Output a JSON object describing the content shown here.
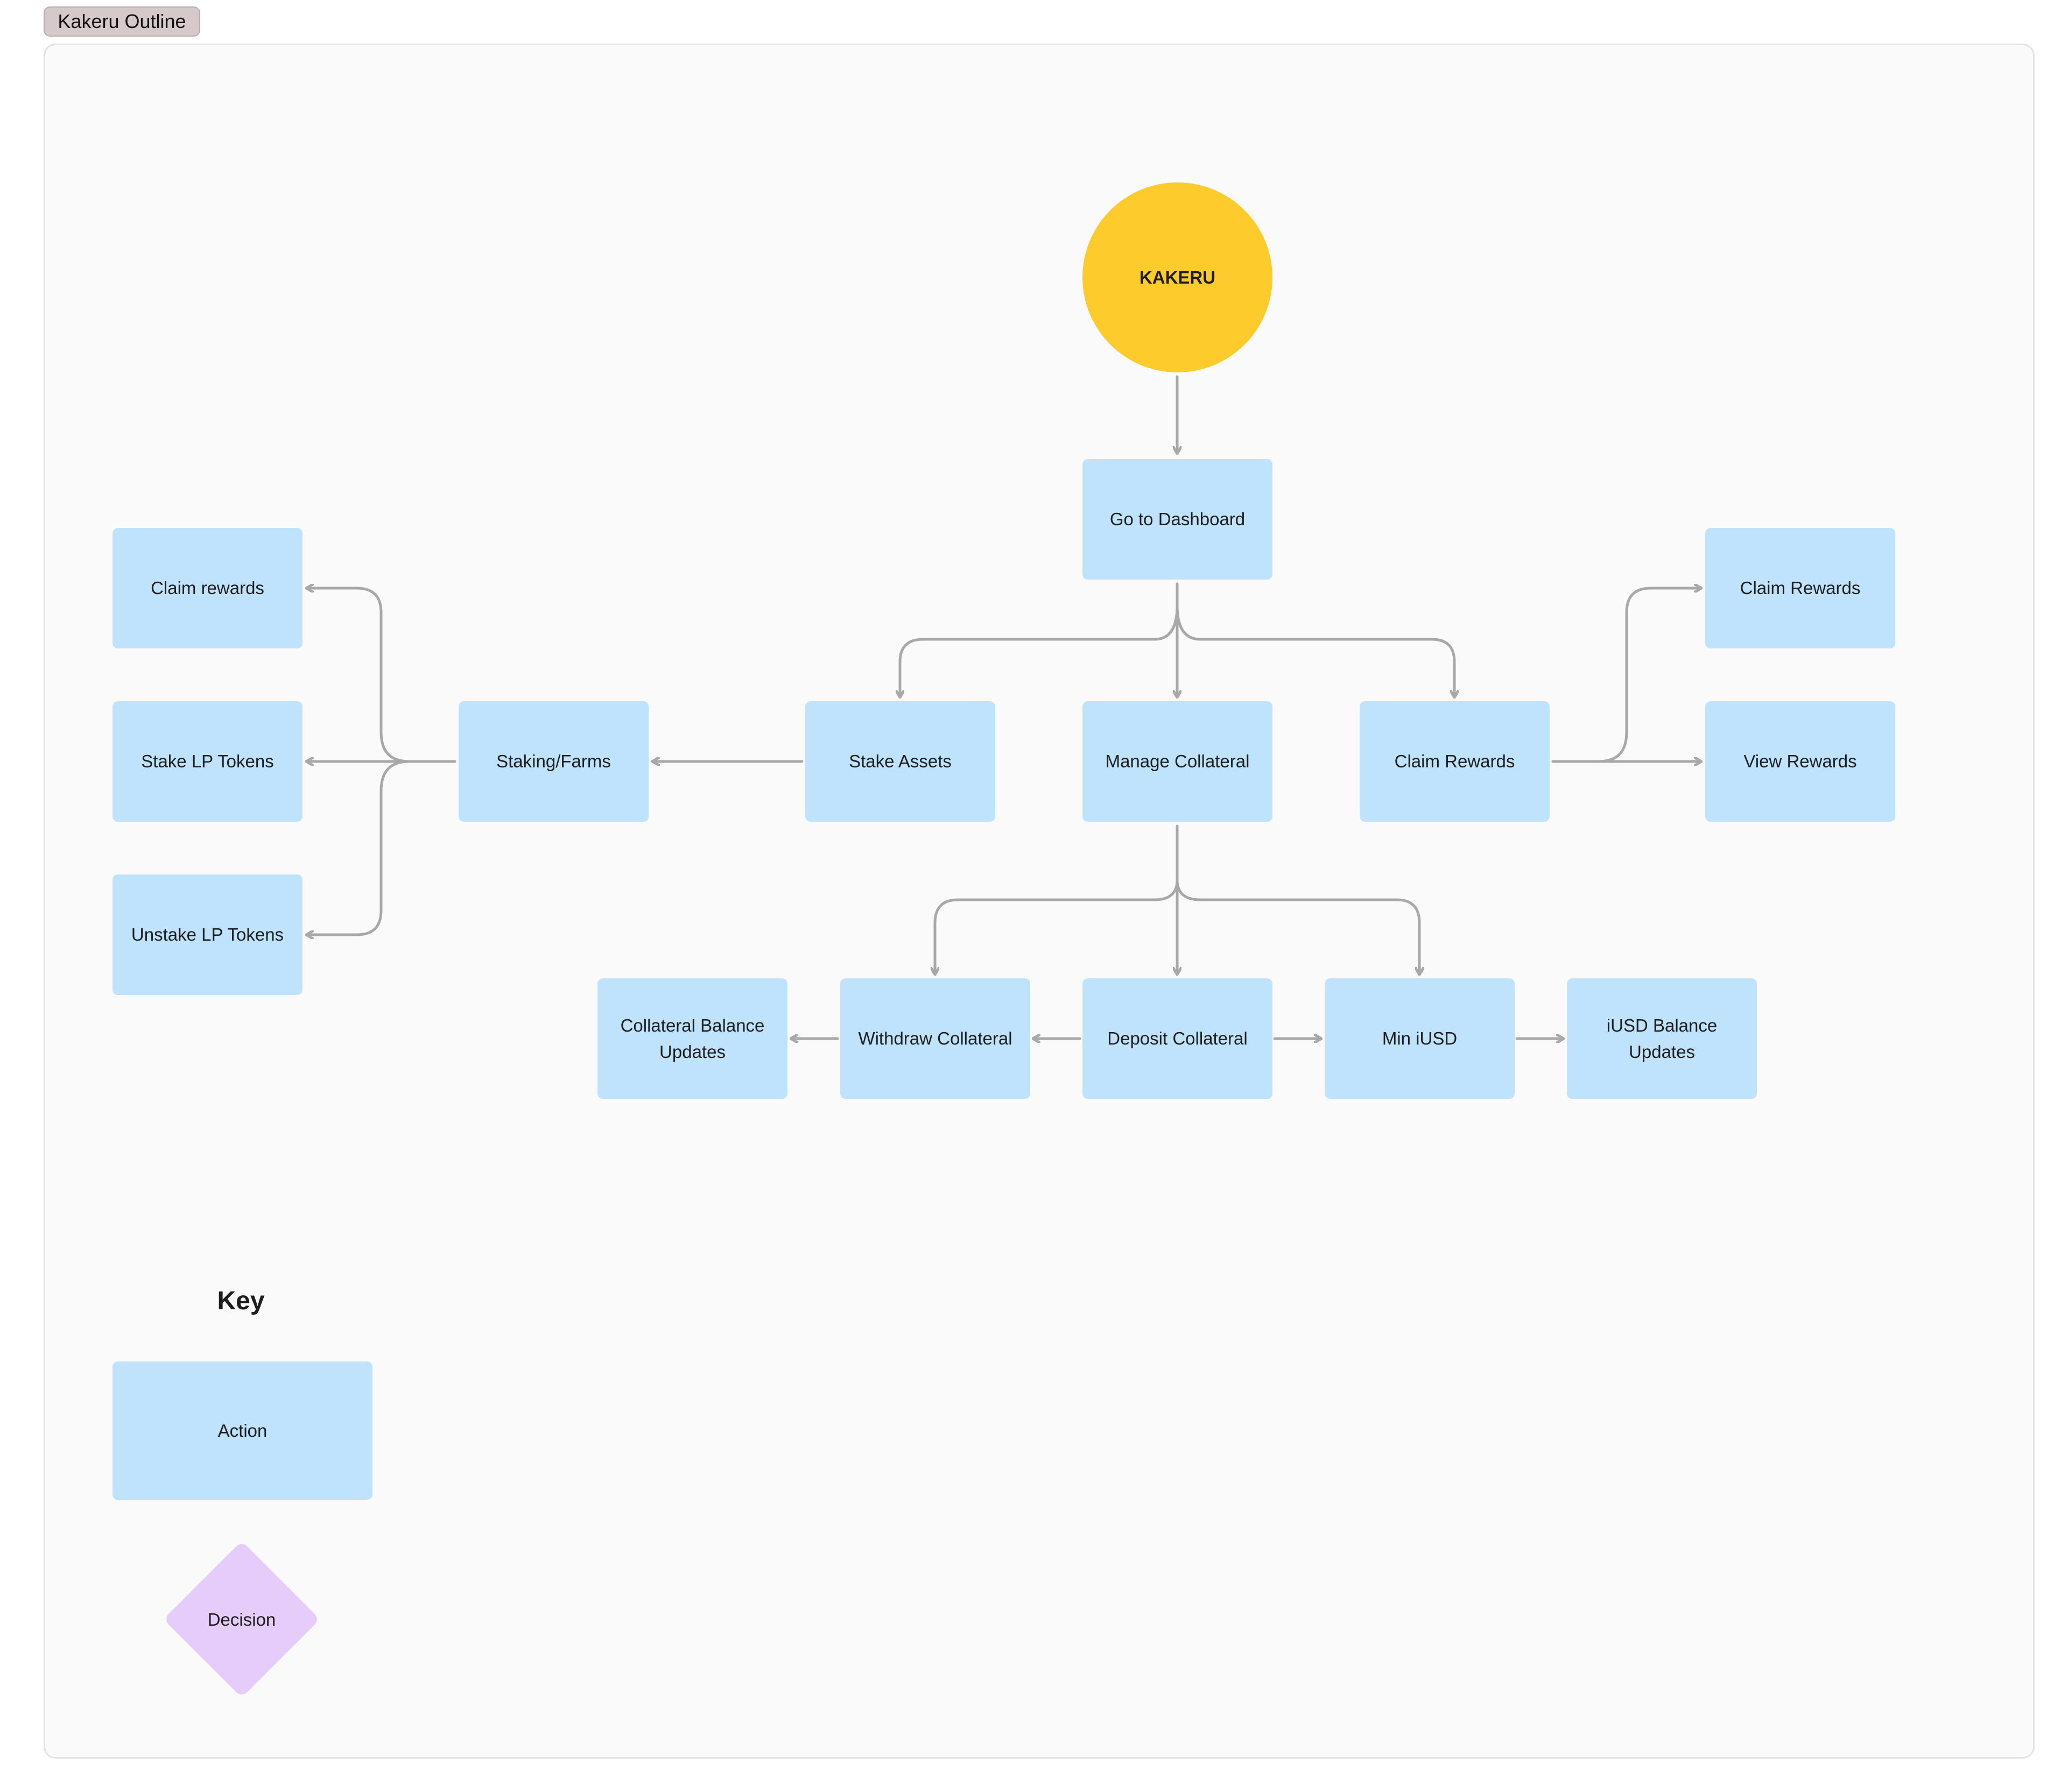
{
  "frame": {
    "label": "Kakeru Outline"
  },
  "nodes": {
    "start": "KAKERU",
    "dashboard": "Go to Dashboard",
    "stake_assets": "Stake Assets",
    "manage_collateral": "Manage Collateral",
    "claim_rewards_center": "Claim Rewards",
    "staking_farms": "Staking/Farms",
    "claim_rewards_left": "Claim rewards",
    "stake_lp": "Stake LP Tokens",
    "unstake_lp": "Unstake LP Tokens",
    "claim_rewards_right": "Claim Rewards",
    "view_rewards": "View Rewards",
    "withdraw_collateral": "Withdraw Collateral",
    "deposit_collateral": "Deposit Collateral",
    "mint_iusd": "Min iUSD",
    "collateral_balance": "Collateral Balance Updates",
    "iusd_balance": "iUSD Balance Updates"
  },
  "key": {
    "title": "Key",
    "action_label": "Action",
    "decision_label": "Decision"
  },
  "colors": {
    "action_fill": "#bfe3fc",
    "start_fill": "#fecb2c",
    "decision_fill": "#e5ccfb",
    "connector": "#a8a8a8",
    "canvas": "#fafafa"
  }
}
